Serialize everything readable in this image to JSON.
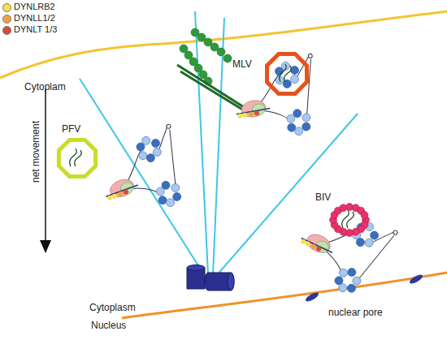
{
  "diagram": {
    "nodes": [
      {
        "text": [
          "MLV"
        ]
      },
      {
        "text": [
          "PFV"
        ]
      },
      {
        "text": [
          "BIV"
        ]
      }
    ],
    "labels": [
      "Cytoplam",
      "net movement",
      "Cytoplasm",
      "Nucleus",
      "nuclear pore"
    ],
    "legend": [
      {
        "text": "DYNLRB2",
        "color": "#f5e14a"
      },
      {
        "text": "DYNLL1/2",
        "color": "#f0a23a"
      },
      {
        "text": "DYNLT 1/3",
        "color": "#d94a3a"
      }
    ]
  }
}
